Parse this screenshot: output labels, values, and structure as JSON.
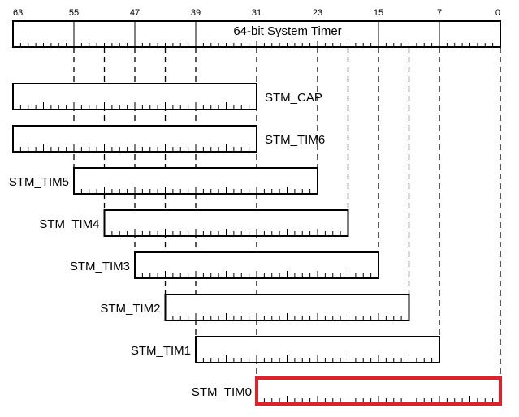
{
  "diagram": {
    "bit_labels": [
      "63",
      "55",
      "47",
      "39",
      "31",
      "23",
      "15",
      "7",
      "0"
    ],
    "timer_title": "64-bit System Timer",
    "colors": {
      "stroke": "#000000",
      "highlight": "#e0202a"
    },
    "registers": [
      {
        "label": "STM_CAP",
        "msb": 63,
        "lsb": 32,
        "label_side": "right",
        "highlight": false
      },
      {
        "label": "STM_TIM6",
        "msb": 63,
        "lsb": 32,
        "label_side": "right",
        "highlight": false
      },
      {
        "label": "STM_TIM5",
        "msb": 55,
        "lsb": 24,
        "label_side": "left",
        "highlight": false
      },
      {
        "label": "STM_TIM4",
        "msb": 51,
        "lsb": 20,
        "label_side": "left",
        "highlight": false
      },
      {
        "label": "STM_TIM3",
        "msb": 47,
        "lsb": 16,
        "label_side": "left",
        "highlight": false
      },
      {
        "label": "STM_TIM2",
        "msb": 43,
        "lsb": 12,
        "label_side": "left",
        "highlight": false
      },
      {
        "label": "STM_TIM1",
        "msb": 39,
        "lsb": 8,
        "label_side": "left",
        "highlight": false
      },
      {
        "label": "STM_TIM0",
        "msb": 31,
        "lsb": 0,
        "label_side": "left",
        "highlight": true
      }
    ]
  }
}
